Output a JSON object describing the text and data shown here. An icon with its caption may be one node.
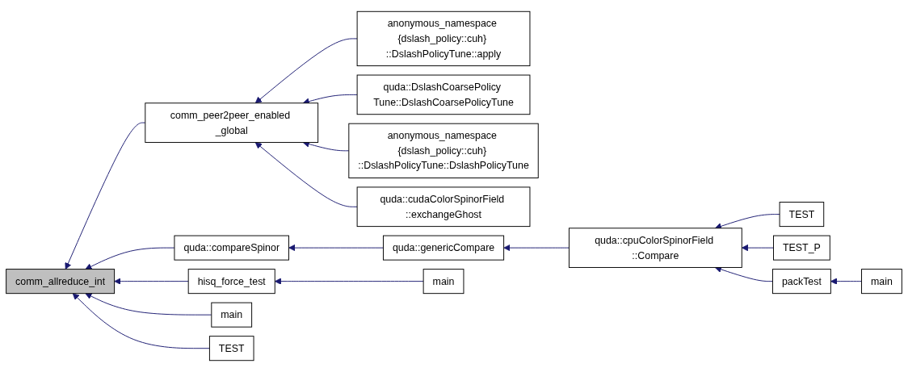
{
  "diagram": {
    "nodes": [
      {
        "text": [
          "comm_allreduce_int"
        ]
      },
      {
        "text": [
          "comm_peer2peer_enabled _global"
        ]
      },
      {
        "text": [
          "anonymous_namespace {dslash_policy::cuh} ::DslashPolicyTune::apply"
        ]
      },
      {
        "text": [
          "quda::DslashCoarsePolicy Tune::DslashCoarsePolicyTune"
        ]
      },
      {
        "text": [
          "anonymous_namespace {dslash_policy::cuh} ::DslashPolicyTune::DslashPolicyTune"
        ]
      },
      {
        "text": [
          "quda::cudaColorSpinorField ::exchangeGhost"
        ]
      },
      {
        "text": [
          "quda::compareSpinor"
        ]
      },
      {
        "text": [
          "quda::genericCompare"
        ]
      },
      {
        "text": [
          "quda::cpuColorSpinorField ::Compare"
        ]
      },
      {
        "text": [
          "TEST"
        ]
      },
      {
        "text": [
          "TEST_P"
        ]
      },
      {
        "text": [
          "packTest"
        ]
      },
      {
        "text": [
          "main"
        ]
      },
      {
        "text": [
          "hisq_force_test"
        ]
      },
      {
        "text": [
          "main"
        ]
      },
      {
        "text": [
          "main"
        ]
      },
      {
        "text": [
          "TEST"
        ]
      }
    ],
    "edges": [
      {
        "from": 1,
        "to": 0,
        "arrow": "to"
      },
      {
        "from": 2,
        "to": 1,
        "arrow": "to"
      },
      {
        "from": 3,
        "to": 1,
        "arrow": "to"
      },
      {
        "from": 4,
        "to": 1,
        "arrow": "to"
      },
      {
        "from": 5,
        "to": 1,
        "arrow": "to"
      },
      {
        "from": 6,
        "to": 0,
        "arrow": "to"
      },
      {
        "from": 7,
        "to": 6,
        "arrow": "to"
      },
      {
        "from": 8,
        "to": 7,
        "arrow": "to"
      },
      {
        "from": 9,
        "to": 8,
        "arrow": "to"
      },
      {
        "from": 10,
        "to": 8,
        "arrow": "to"
      },
      {
        "from": 11,
        "to": 8,
        "arrow": "to"
      },
      {
        "from": 12,
        "to": 11,
        "arrow": "to"
      },
      {
        "from": 13,
        "to": 0,
        "arrow": "to"
      },
      {
        "from": 14,
        "to": 13,
        "arrow": "to"
      },
      {
        "from": 15,
        "to": 0,
        "arrow": "to"
      },
      {
        "from": 16,
        "to": 0,
        "arrow": "to"
      }
    ]
  }
}
